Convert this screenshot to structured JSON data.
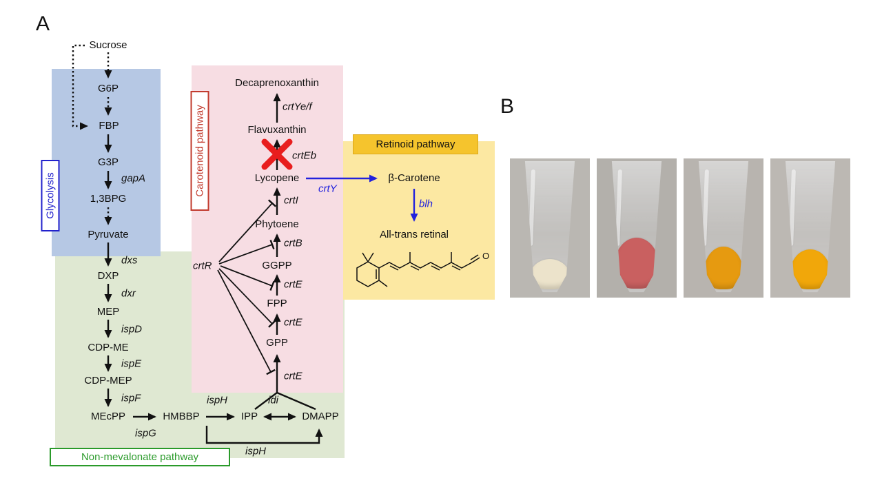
{
  "panel_a": {
    "label": "A",
    "glycolysis": {
      "title": "Glycolysis",
      "nodes": {
        "sucrose": "Sucrose",
        "g6p": "G6P",
        "fbp": "FBP",
        "g3p": "G3P",
        "bpg13": "1,3BPG",
        "pyruvate": "Pyruvate"
      },
      "enzymes": {
        "gapA": "gapA"
      }
    },
    "mep": {
      "title": "Non-mevalonate pathway",
      "nodes": {
        "dxp": "DXP",
        "mep": "MEP",
        "cdp_me": "CDP-ME",
        "cdp_mep": "CDP-MEP",
        "mecpp": "MEcPP",
        "hmbbp": "HMBBP",
        "ipp": "IPP",
        "dmapp": "DMAPP"
      },
      "enzymes": {
        "dxs": "dxs",
        "dxr": "dxr",
        "ispD": "ispD",
        "ispE": "ispE",
        "ispF": "ispF",
        "ispG": "ispG",
        "ispH_a": "ispH",
        "idi": "idi",
        "ispH_b": "ispH"
      }
    },
    "carotenoid": {
      "title": "Carotenoid pathway",
      "nodes": {
        "gpp": "GPP",
        "fpp": "FPP",
        "ggpp": "GGPP",
        "phytoene": "Phytoene",
        "lycopene": "Lycopene",
        "flavuxanthin": "Flavuxanthin",
        "decaprenoxanthin": "Decaprenoxanthin"
      },
      "enzymes": {
        "crtE_1": "crtE",
        "crtE_2": "crtE",
        "crtE_3": "crtE",
        "crtB": "crtB",
        "crtI": "crtI",
        "crtEb": "crtEb",
        "crtYef": "crtYe/f",
        "crtR": "crtR"
      }
    },
    "retinoid": {
      "title": "Retinoid pathway",
      "nodes": {
        "beta_carotene": "β-Carotene",
        "retinal": "All-trans retinal"
      },
      "enzymes": {
        "crtY": "crtY",
        "blh": "blh"
      },
      "structure_atom": "O"
    },
    "colors": {
      "gly_box": "#b6c8e4",
      "mep_box": "#dfe8d2",
      "car_box": "#f7dde3",
      "ret_box": "#fce8a2",
      "ret_header": "#f5c42d",
      "gly_accent": "#2222cc",
      "mep_accent": "#2a9a2a",
      "car_accent": "#c23b2e",
      "blue_arrow": "#2222dd",
      "cross_red": "#e81e1e"
    }
  },
  "panel_b": {
    "label": "B",
    "tubes": [
      {
        "pellet_color": "#ece3cb"
      },
      {
        "pellet_color": "#c96060"
      },
      {
        "pellet_color": "#e69a10"
      },
      {
        "pellet_color": "#f1a70a"
      }
    ]
  }
}
